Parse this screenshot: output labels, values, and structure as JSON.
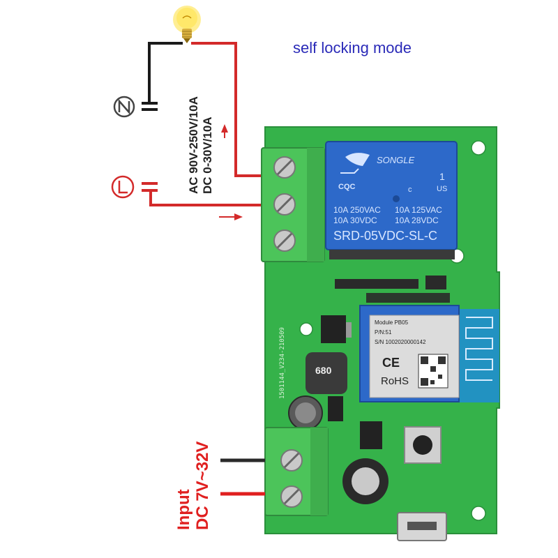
{
  "title": "self locking mode",
  "load_rating": [
    "AC 90V-250V/10A",
    "DC 0-30V/10A"
  ],
  "terminals": {
    "neutral": "N",
    "live": "L"
  },
  "input": {
    "line1": "Input",
    "line2": "DC 7V~32V"
  },
  "relay": {
    "brand": "SONGLE",
    "marks": [
      "CQC",
      "c",
      "US"
    ],
    "rating_left": [
      "10A 250VAC",
      "10A 30VDC"
    ],
    "rating_right": [
      "10A 125VAC",
      "10A 28VDC"
    ],
    "model": "SRD-05VDC-SL-C",
    "pin_mark": "1"
  },
  "module": {
    "lines": [
      "Module PB05",
      "P/N:51",
      "S/N 1002020000142"
    ],
    "ce": "CE",
    "rohs": "RoHS"
  },
  "inductor_mark": "680",
  "board_silkscreen": "1501144_V234-210509",
  "colors": {
    "pcb": "#35b24a",
    "terminal": "#4cc45a",
    "relay": "#2d69c9",
    "wire_red": "#d32a2a",
    "wire_black": "#1a1a1a"
  }
}
